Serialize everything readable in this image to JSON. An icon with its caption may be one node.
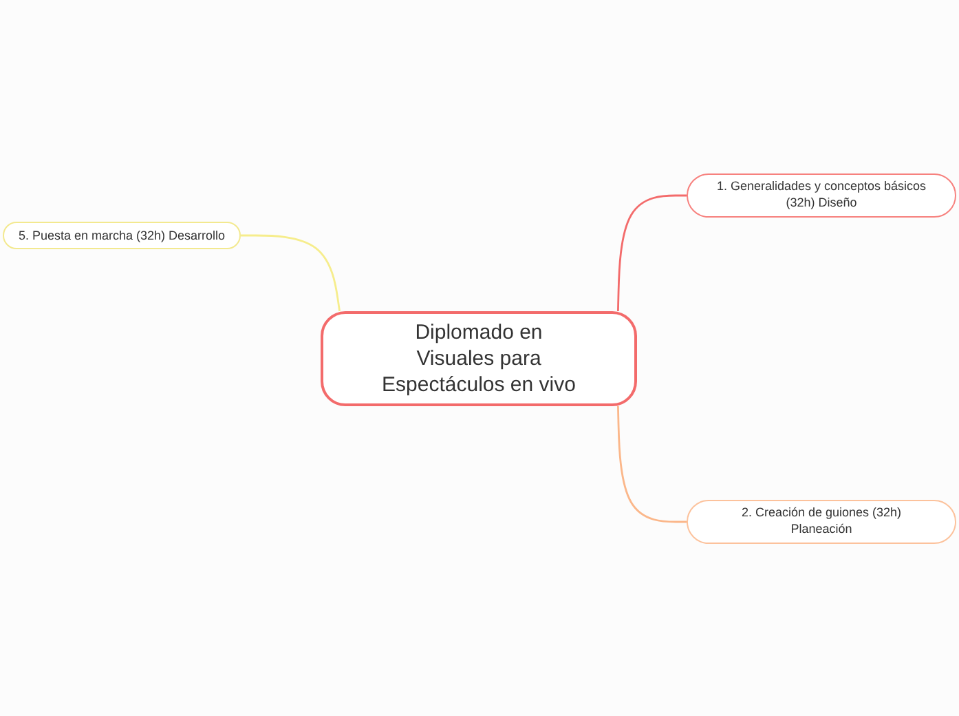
{
  "diagram": {
    "nodes": [
      {
        "text": [
          "Diplomado en Visuales para Espectáculos en vivo"
        ]
      },
      {
        "text": [
          "1. Generalidades y conceptos básicos (32h) Diseño"
        ]
      },
      {
        "text": [
          "2. Creación de guiones (32h) Planeación"
        ]
      },
      {
        "text": [
          "5. Puesta en marcha (32h) Desarrollo"
        ]
      }
    ],
    "edges": [
      {
        "from": 0,
        "to": 1,
        "arrow": "none",
        "color": "#f36b6b"
      },
      {
        "from": 0,
        "to": 2,
        "arrow": "none",
        "color": "#fbb78a"
      },
      {
        "from": 0,
        "to": 3,
        "arrow": "none",
        "color": "#f6ed8c"
      }
    ]
  }
}
